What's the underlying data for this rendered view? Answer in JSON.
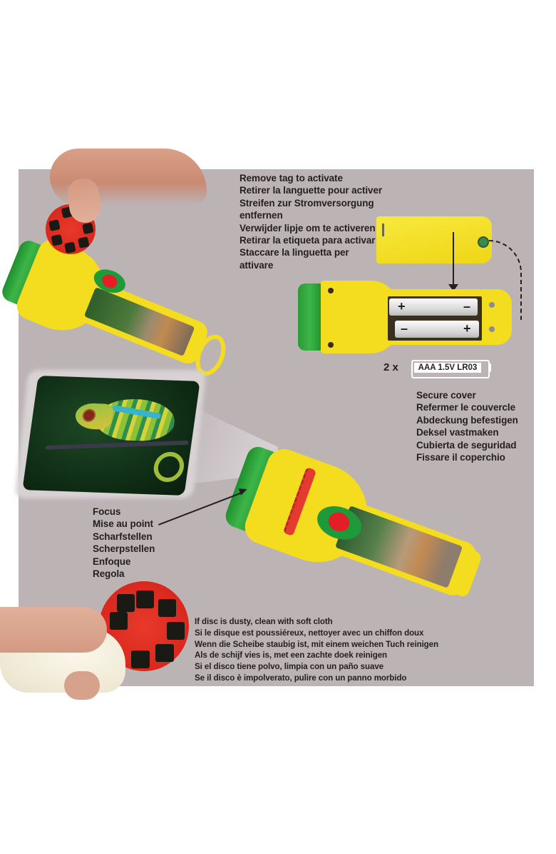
{
  "panel": {
    "background": "#bcb3b5"
  },
  "remove_tag": {
    "lines": [
      "Remove tag to activate",
      "Retirer la languette pour activer",
      "Streifen zur Stromversorgung",
      "entfernen",
      "Verwijder lipje om te activeren",
      "Retirar la etiqueta para activar",
      "Staccare la linguetta per",
      "attivare"
    ]
  },
  "battery": {
    "quantity_label": "2 x",
    "type_label": "AAA 1.5V LR03",
    "battery_top": {
      "plus": "+",
      "minus": "–"
    },
    "battery_bottom": {
      "plus": "+",
      "minus": "–"
    }
  },
  "secure_cover": {
    "lines": [
      "Secure cover",
      "Refermer le couvercle",
      "Abdeckung befestigen",
      "Deksel vastmaken",
      "Cubierta de seguridad",
      "Fissare il coperchio"
    ]
  },
  "focus": {
    "lines": [
      "Focus",
      "Mise au point",
      "Scharfstellen",
      "Scherpstellen",
      "Enfoque",
      "Regola"
    ]
  },
  "clean_disc": {
    "lines": [
      "If disc is dusty, clean with soft cloth",
      "Si le disque est poussiéreux, nettoyer avec un chiffon doux",
      "Wenn die Scheibe staubig ist, mit einem weichen Tuch reinigen",
      "Als de schijf vies is, met een zachte doek reinigen",
      "Si el disco tiene polvo, limpia con un paño suave",
      "Se il disco è impolverato, pulire con un panno morbido"
    ]
  },
  "colors": {
    "yellow": "#f4dd1e",
    "green": "#3cb648",
    "red": "#e21f26",
    "text": "#231f20"
  }
}
